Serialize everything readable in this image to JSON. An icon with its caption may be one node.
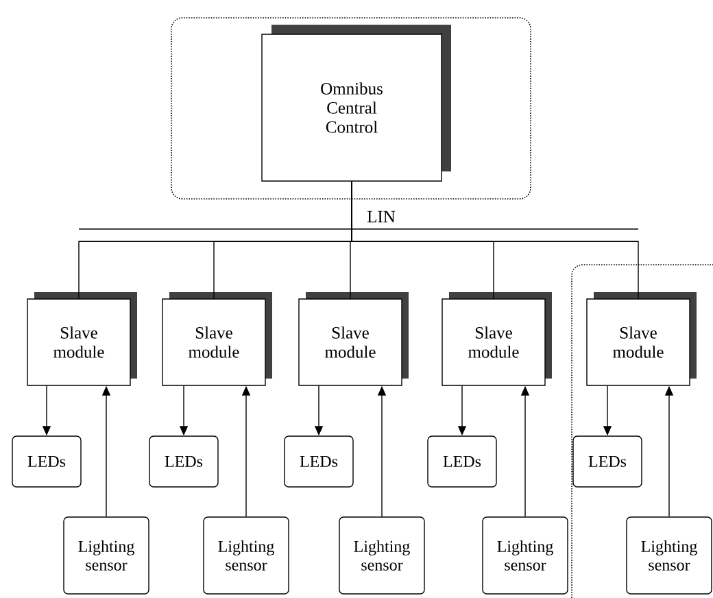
{
  "diagram": {
    "nodes": [
      {
        "text": [
          "Omnibus Central Control"
        ]
      },
      {
        "text": [
          "Slave module"
        ]
      },
      {
        "text": [
          "Slave module"
        ]
      },
      {
        "text": [
          "Slave module"
        ]
      },
      {
        "text": [
          "Slave module"
        ]
      },
      {
        "text": [
          "Slave module"
        ]
      },
      {
        "text": [
          "LEDs"
        ]
      },
      {
        "text": [
          "LEDs"
        ]
      },
      {
        "text": [
          "LEDs"
        ]
      },
      {
        "text": [
          "LEDs"
        ]
      },
      {
        "text": [
          "LEDs"
        ]
      },
      {
        "text": [
          "Lighting sensor"
        ]
      },
      {
        "text": [
          "Lighting sensor"
        ]
      },
      {
        "text": [
          "Lighting sensor"
        ]
      },
      {
        "text": [
          "Lighting sensor"
        ]
      },
      {
        "text": [
          "Lighting sensor"
        ]
      }
    ],
    "edges": [
      {
        "from": 0,
        "to": 1,
        "arrow": "none"
      },
      {
        "from": 0,
        "to": 2,
        "arrow": "none"
      },
      {
        "from": 0,
        "to": 3,
        "arrow": "none"
      },
      {
        "from": 0,
        "to": 4,
        "arrow": "none"
      },
      {
        "from": 0,
        "to": 5,
        "arrow": "none"
      },
      {
        "from": 1,
        "to": 6,
        "arrow": "to"
      },
      {
        "from": 2,
        "to": 7,
        "arrow": "to"
      },
      {
        "from": 3,
        "to": 8,
        "arrow": "to"
      },
      {
        "from": 4,
        "to": 9,
        "arrow": "to"
      },
      {
        "from": 5,
        "to": 10,
        "arrow": "to"
      },
      {
        "from": 11,
        "to": 1,
        "arrow": "to"
      },
      {
        "from": 12,
        "to": 2,
        "arrow": "to"
      },
      {
        "from": 13,
        "to": 3,
        "arrow": "to"
      },
      {
        "from": 14,
        "to": 4,
        "arrow": "to"
      },
      {
        "from": 15,
        "to": 5,
        "arrow": "to"
      }
    ],
    "labels": [
      "LIN"
    ]
  }
}
